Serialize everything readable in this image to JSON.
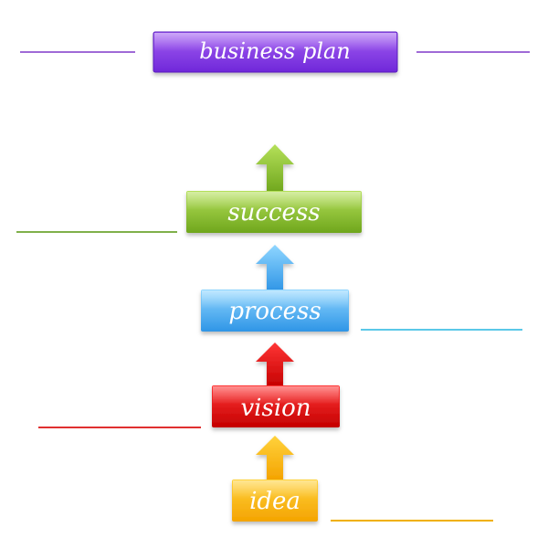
{
  "title": {
    "text": "business plan",
    "color_top": "#a45ff2",
    "color_bottom": "#6f27d9",
    "line_color": "#9f6ad6"
  },
  "steps": [
    {
      "id": "idea",
      "label": "idea",
      "color_top": "#ffd23c",
      "color_bottom": "#f4a300",
      "line_color": "#f0b000"
    },
    {
      "id": "vision",
      "label": "vision",
      "color_top": "#ff3636",
      "color_bottom": "#c40000",
      "line_color": "#e03030"
    },
    {
      "id": "process",
      "label": "process",
      "color_top": "#8fd6ff",
      "color_bottom": "#2f95e6",
      "line_color": "#5bc8e8"
    },
    {
      "id": "success",
      "label": "success",
      "color_top": "#b5e05a",
      "color_bottom": "#6fa61c",
      "line_color": "#7fb04a"
    }
  ]
}
